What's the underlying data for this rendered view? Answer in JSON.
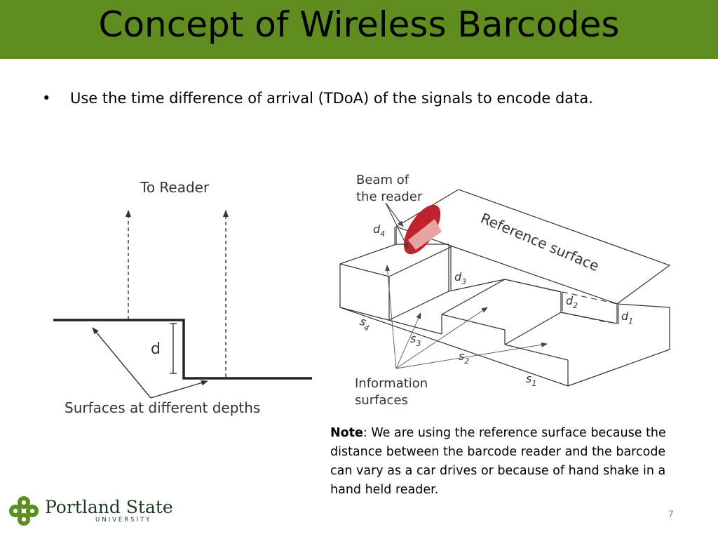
{
  "slide": {
    "title": "Concept of Wireless Barcodes",
    "bullet_marker": "•",
    "bullet_text": "Use the time difference of arrival (TDoA) of the signals to encode data.",
    "page_number": "7"
  },
  "left_diagram": {
    "to_reader_label": "To Reader",
    "depth_label": "d",
    "surfaces_label": "Surfaces at different depths"
  },
  "right_diagram": {
    "beam_label_line1": "Beam of",
    "beam_label_line2": "the reader",
    "reference_surface_label": "Reference surface",
    "info_label_line1": "Information",
    "info_label_line2": "surfaces",
    "d_labels": [
      "d",
      "d",
      "d",
      "d"
    ],
    "d_subscripts": [
      "4",
      "3",
      "2",
      "1"
    ],
    "s_labels": [
      "s",
      "s",
      "s",
      "s"
    ],
    "s_subscripts": [
      "4",
      "3",
      "2",
      "1"
    ],
    "beam_color": "#c0232c"
  },
  "note": {
    "bold_label": "Note",
    "text": ": We are using the reference surface because the distance between the barcode reader and the barcode can vary as a car drives or because of hand shake in a hand held reader."
  },
  "logo": {
    "name": "Portland State",
    "subtitle": "UNIVERSITY",
    "brand_color": "#1e3a20"
  },
  "theme": {
    "title_bar_color": "#5f8d1f"
  }
}
